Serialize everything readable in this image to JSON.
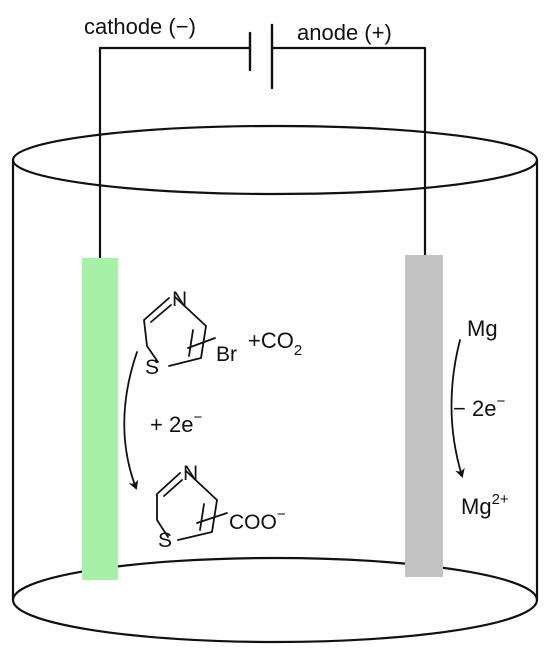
{
  "labels": {
    "cathode": "cathode (−)",
    "anode": "anode (+)",
    "plus_co2_prefix": "+CO",
    "co2_subscript": "2",
    "plus_2e": "+ 2e",
    "minus_2e": "− 2e",
    "electron_sup": "−",
    "mg": "Mg",
    "mg_ion_base": "Mg",
    "mg_ion_charge": "2+",
    "n_atom_top": "N",
    "s_atom_top": "S",
    "br": "Br",
    "n_atom_bottom": "N",
    "s_atom_bottom": "S",
    "coo": "COO",
    "coo_charge": "−"
  },
  "colors": {
    "cathode_electrode": "#a6f0a8",
    "anode_electrode": "#c2c2c2",
    "line": "#111111"
  }
}
